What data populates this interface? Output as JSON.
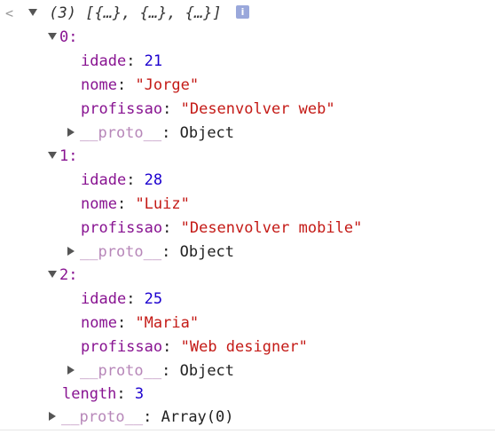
{
  "console": {
    "result_caret": "<",
    "summary": {
      "count": "(3)",
      "preview": "[{…}, {…}, {…}]",
      "info_glyph": "i"
    },
    "items": [
      {
        "index_label": "0:",
        "fields": [
          {
            "key": "idade",
            "value": "21",
            "kind": "number"
          },
          {
            "key": "nome",
            "value": "\"Jorge\"",
            "kind": "string"
          },
          {
            "key": "profissao",
            "value": "\"Desenvolver web\"",
            "kind": "string"
          }
        ],
        "proto_key": "__proto__",
        "proto_value": "Object"
      },
      {
        "index_label": "1:",
        "fields": [
          {
            "key": "idade",
            "value": "28",
            "kind": "number"
          },
          {
            "key": "nome",
            "value": "\"Luiz\"",
            "kind": "string"
          },
          {
            "key": "profissao",
            "value": "\"Desenvolver mobile\"",
            "kind": "string"
          }
        ],
        "proto_key": "__proto__",
        "proto_value": "Object"
      },
      {
        "index_label": "2:",
        "fields": [
          {
            "key": "idade",
            "value": "25",
            "kind": "number"
          },
          {
            "key": "nome",
            "value": "\"Maria\"",
            "kind": "string"
          },
          {
            "key": "profissao",
            "value": "\"Web designer\"",
            "kind": "string"
          }
        ],
        "proto_key": "__proto__",
        "proto_value": "Object"
      }
    ],
    "length": {
      "key": "length",
      "value": "3"
    },
    "array_proto": {
      "key": "__proto__",
      "value": "Array(0)"
    },
    "colors": {
      "key": "#881391",
      "proto_key": "#b787b9",
      "number": "#1c00cf",
      "string": "#c41a16",
      "info_icon_bg": "#9aa8db"
    },
    "icons": {
      "expanded": "triangle-down-icon",
      "collapsed": "triangle-right-icon",
      "info": "info-icon"
    }
  }
}
